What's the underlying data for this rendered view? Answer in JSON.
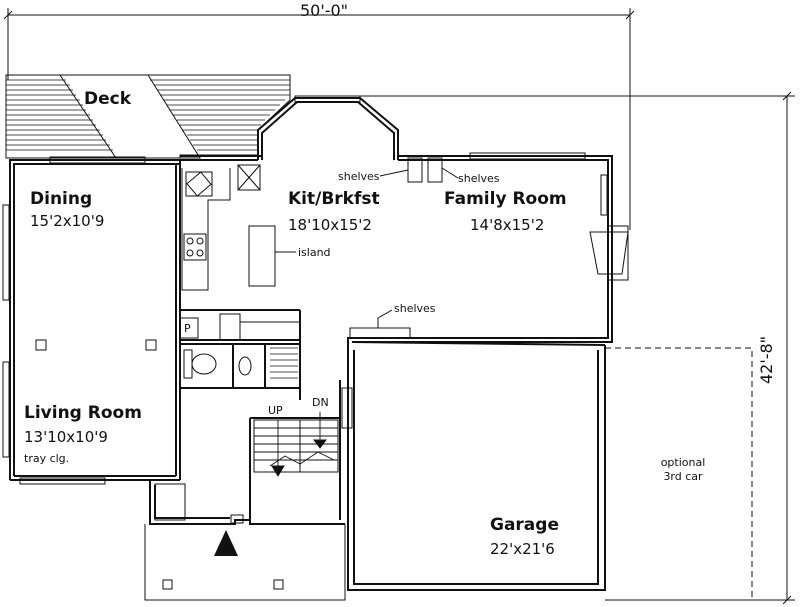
{
  "dimensions": {
    "width_label": "50'-0\"",
    "depth_label": "42'-8\""
  },
  "rooms": {
    "deck": {
      "name": "Deck"
    },
    "dining": {
      "name": "Dining",
      "size": "15'2x10'9"
    },
    "kitchen": {
      "name": "Kit/Brkfst",
      "size": "18'10x15'2"
    },
    "family": {
      "name": "Family Room",
      "size": "14'8x15'2"
    },
    "living": {
      "name": "Living Room",
      "size": "13'10x10'9",
      "note": "tray clg."
    },
    "garage": {
      "name": "Garage",
      "size": "22'x21'6"
    }
  },
  "labels": {
    "shelves_left": "shelves",
    "shelves_right": "shelves",
    "shelves_lower": "shelves",
    "island": "island",
    "stair_up": "UP",
    "stair_down": "DN",
    "pantry": "P",
    "optional_line1": "optional",
    "optional_line2": "3rd car"
  },
  "colors": {
    "line": "#111111",
    "background": "#ffffff"
  }
}
